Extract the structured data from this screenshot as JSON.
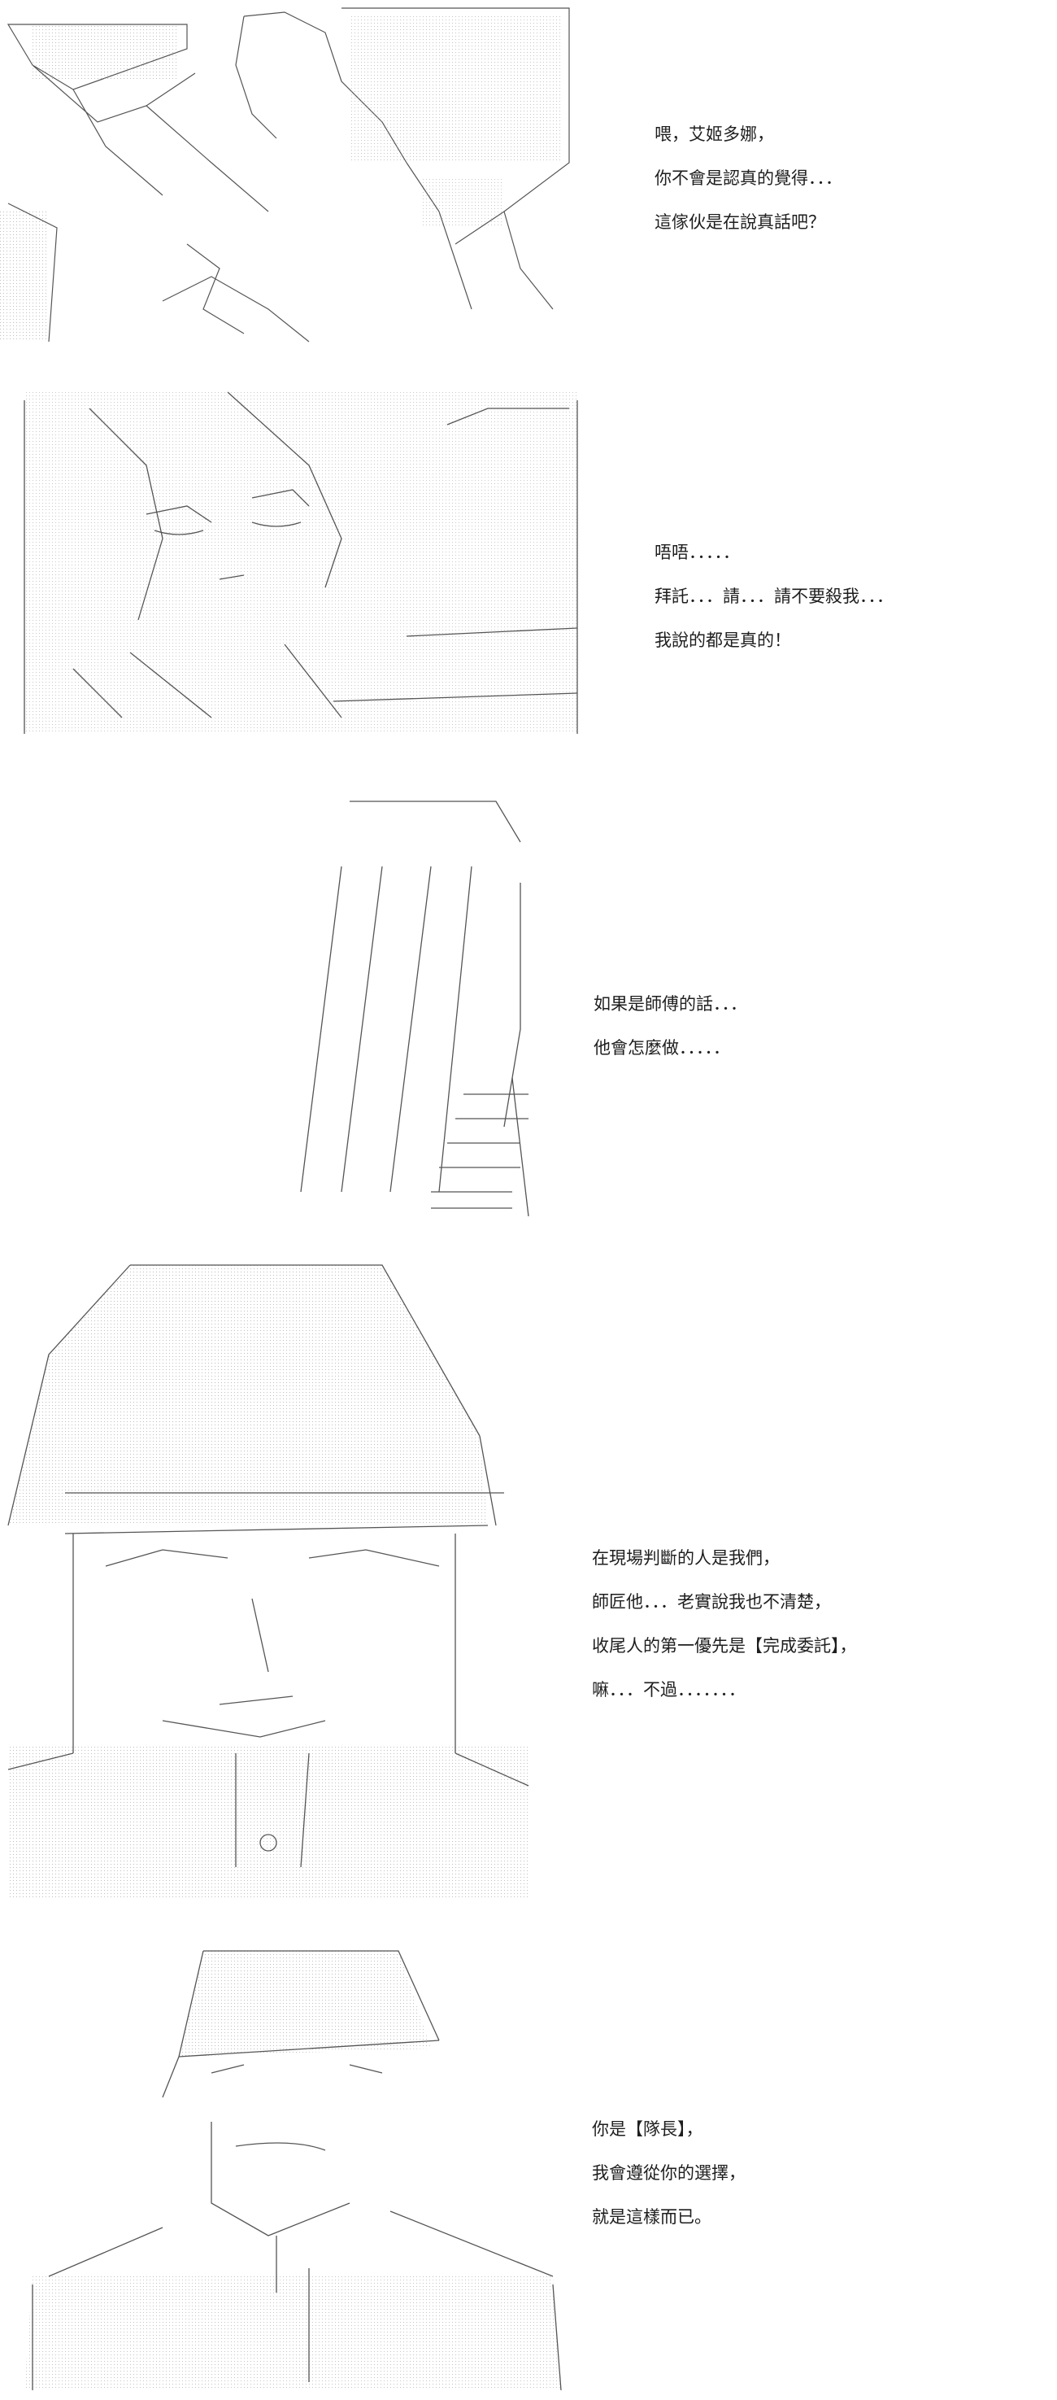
{
  "panels": [
    {
      "lines": [
        "喂，艾姬多娜，",
        "你不會是認真的覺得．．．",
        "這傢伙是在說真話吧？"
      ]
    },
    {
      "lines": [
        "唔唔．．．．．",
        "拜託．．．請．．．請不要殺我．．．",
        "我說的都是真的！"
      ]
    },
    {
      "lines": [
        "如果是師傅的話．．．",
        "他會怎麼做．．．．．"
      ]
    },
    {
      "lines": [
        "在現場判斷的人是我們，",
        "師匠他．．．老實說我也不清楚，",
        "收尾人的第一優先是【完成委託】，",
        "嘛．．．不過．．．．．．．"
      ]
    },
    {
      "lines": [
        "你是【隊長】，",
        "我會遵從你的選擇，",
        "就是這樣而已。"
      ]
    }
  ]
}
